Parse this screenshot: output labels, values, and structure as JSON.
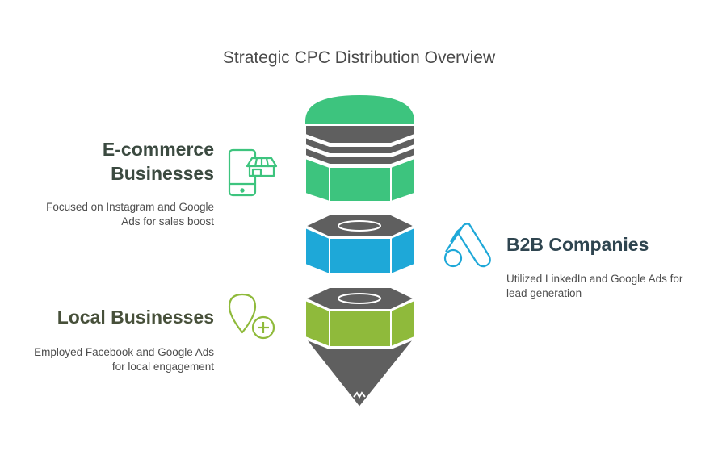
{
  "title": "Strategic CPC Distribution Overview",
  "segments": [
    {
      "heading_lines": [
        "E-commerce",
        "Businesses"
      ],
      "description_lines": [
        "Focused on Instagram and Google",
        "Ads for sales boost"
      ],
      "color": "#3dc47e",
      "icon": "mobile-shop-icon"
    },
    {
      "heading_lines": [
        "B2B Companies"
      ],
      "description_lines": [
        "Utilized LinkedIn and Google Ads for",
        "lead generation"
      ],
      "color": "#1ea8d8",
      "icon": "google-ads-icon"
    },
    {
      "heading_lines": [
        "Local Businesses"
      ],
      "description_lines": [
        "Employed Facebook and Google Ads",
        "for local engagement"
      ],
      "color": "#8fba3b",
      "icon": "location-add-icon"
    }
  ],
  "colors": {
    "dark_gray": "#5f5f5f",
    "title_text": "#4a4a4a"
  }
}
